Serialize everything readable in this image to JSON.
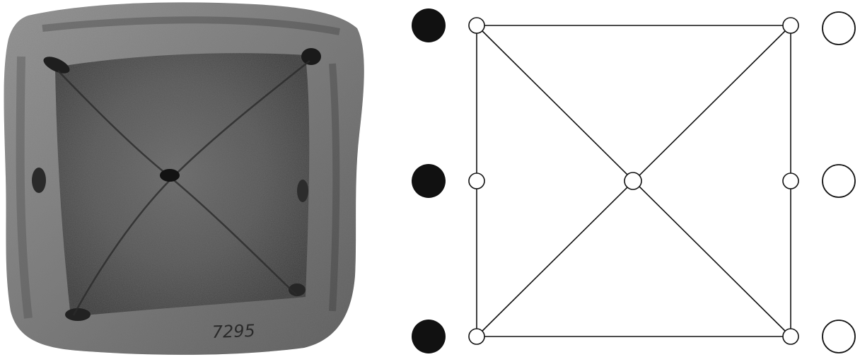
{
  "figure": {
    "photo": {
      "subject": "stone-game-board-photo",
      "inscription": "7295"
    },
    "diagram": {
      "board_lines": [
        "top",
        "bottom",
        "left",
        "right",
        "diagonal-a",
        "diagonal-b"
      ],
      "points": [
        "top-left",
        "top-right",
        "mid-left",
        "center",
        "mid-right",
        "bottom-left",
        "bottom-right"
      ],
      "left_pieces": {
        "count": 3,
        "color": "#111111"
      },
      "right_pieces": {
        "count": 3,
        "color": "#ffffff"
      }
    }
  },
  "colors": {
    "ink": "#111111",
    "paper": "#ffffff"
  }
}
